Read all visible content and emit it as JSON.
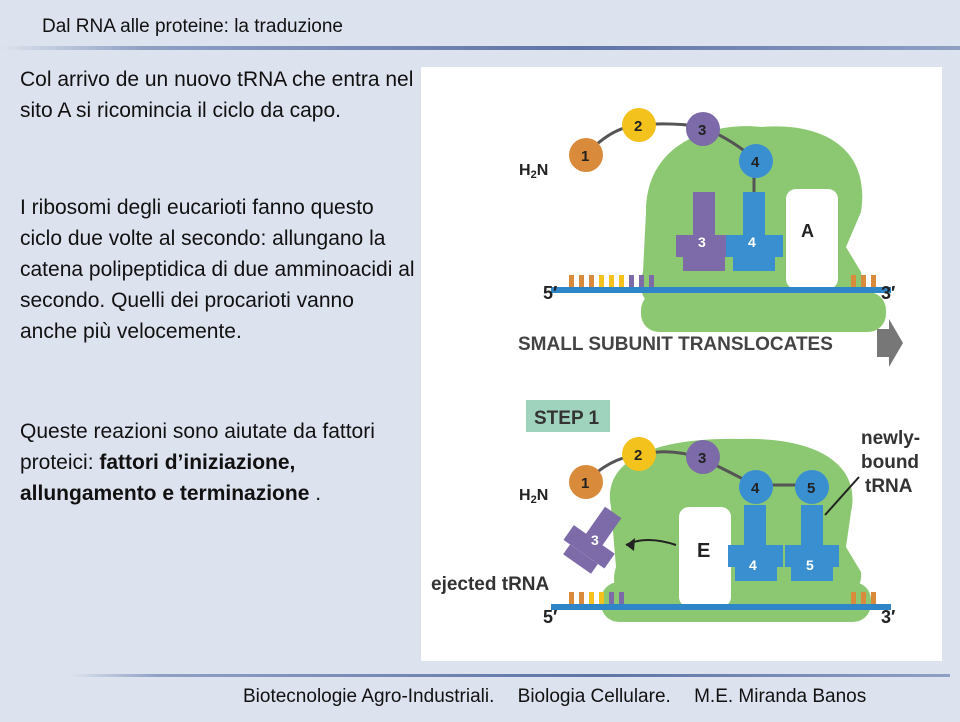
{
  "slide": {
    "title": "Dal RNA alle proteine: la traduzione",
    "paragraph1": "Col arrivo de un nuovo tRNA che entra nel sito A si ricomincia il ciclo da capo.",
    "paragraph2": "I ribosomi degli eucarioti fanno questo ciclo due volte al secondo: allungano la catena polipeptidica di due amminoacidi al secondo. Quelli dei procarioti vanno anche più velocemente.",
    "paragraph3_plain": "Queste reazioni sono aiutate da fattori proteici:",
    "paragraph3_bold": " fattori d’iniziazione, allungamento e terminazione",
    "paragraph3_end": " ."
  },
  "figure": {
    "top_panel": {
      "amino_acids": [
        "1",
        "2",
        "3",
        "4"
      ],
      "n_terminus": "H2N",
      "trna_labels": [
        "3",
        "4"
      ],
      "site_label": "A",
      "five_prime": "5′",
      "three_prime": "3′",
      "caption": "SMALL SUBUNIT TRANSLOCATES"
    },
    "bottom_panel": {
      "step_label": "STEP 1",
      "amino_acids": [
        "1",
        "2",
        "3",
        "4",
        "5"
      ],
      "n_terminus": "H2N",
      "ejected_label": "3",
      "trna_labels": [
        "4",
        "5"
      ],
      "site_label": "E",
      "newly_bound_label": [
        "newly-",
        "bound",
        "tRNA"
      ],
      "ejected_text": "ejected tRNA",
      "five_prime": "5′",
      "three_prime": "3′"
    },
    "colors": {
      "ribosome": "#8cc872",
      "mrna": "#2e86c8",
      "trna_purple": "#7d6aa8",
      "trna_blue": "#3a8fd0",
      "aa1": "#d98a3a",
      "aa2": "#f4c21c",
      "aa3": "#7d6aa8",
      "aa4": "#3a8fd0",
      "aa5": "#3a8fd0",
      "step_badge": "#9fd3bd"
    }
  },
  "footer": {
    "course": "Biotecnologie Agro-Industriali.",
    "subject": "Biologia Cellulare.",
    "author": "M.E. Miranda Banos"
  }
}
